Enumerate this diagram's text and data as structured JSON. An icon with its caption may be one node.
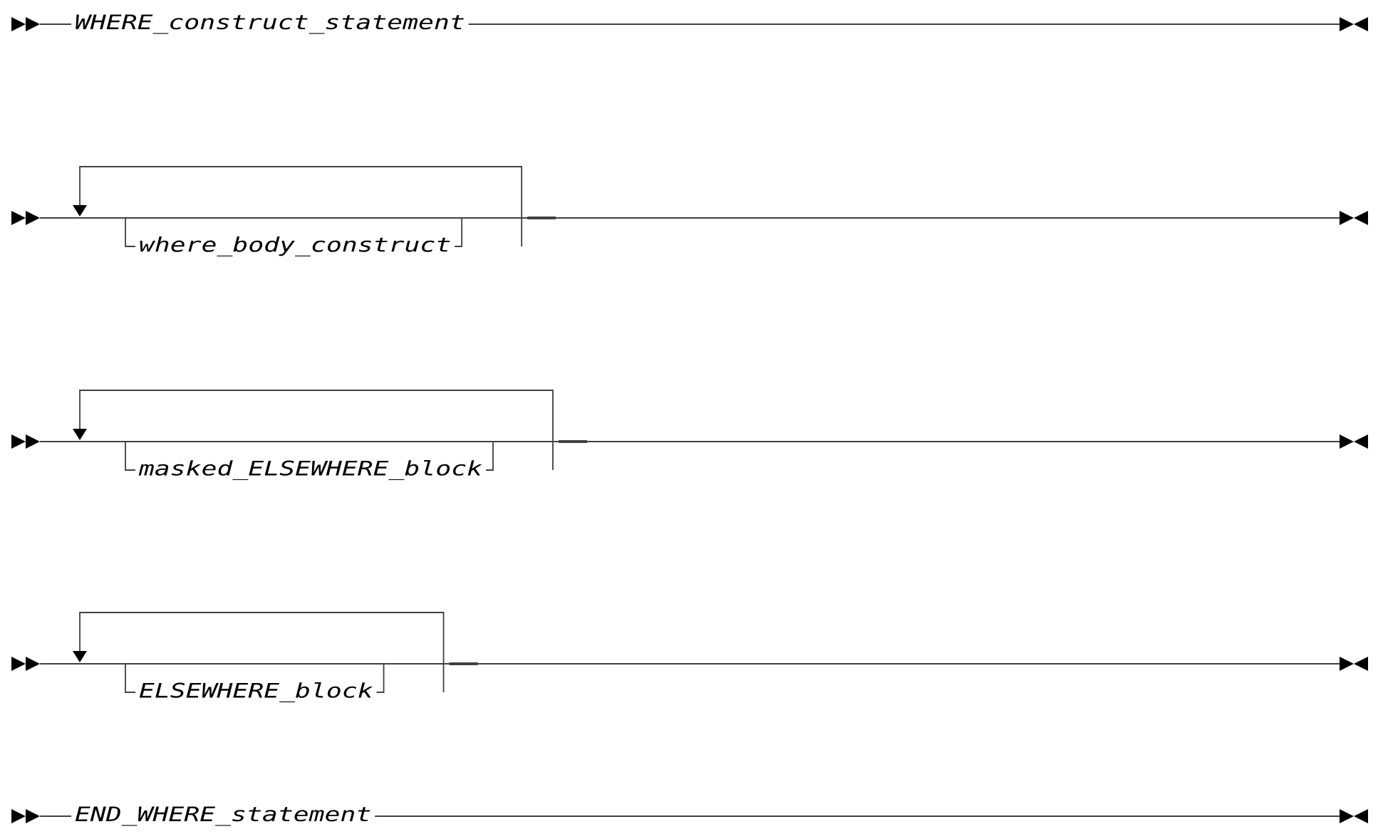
{
  "diagram": {
    "labels": [
      "WHERE_construct_statement",
      "where_body_construct",
      "masked_ELSEWHERE_block",
      "ELSEWHERE_block",
      "END_WHERE_statement"
    ]
  }
}
